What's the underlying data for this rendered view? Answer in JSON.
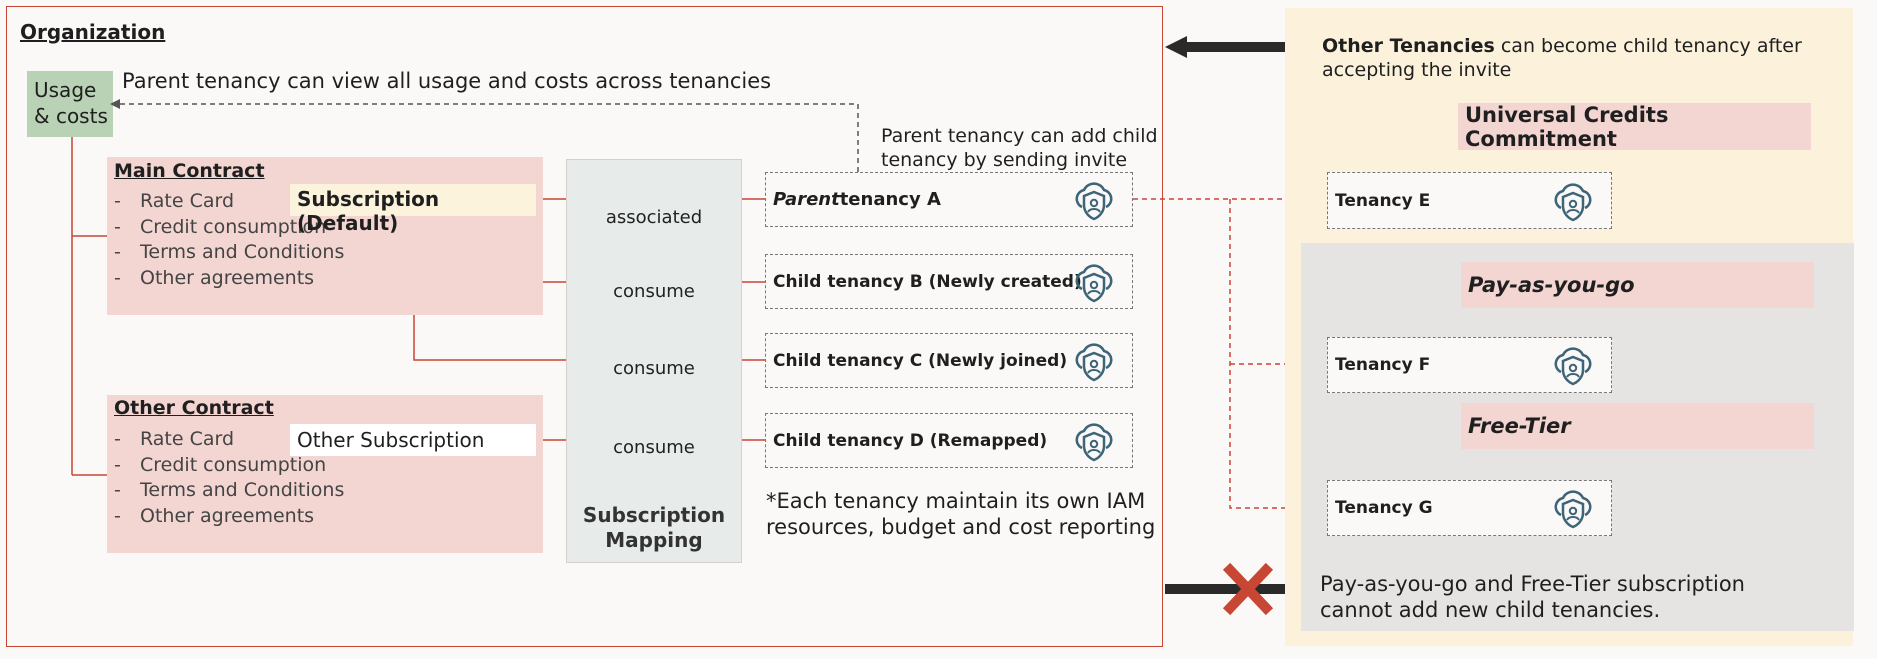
{
  "organization": {
    "title": "Organization",
    "usage_box": [
      "Usage",
      "& costs"
    ],
    "usage_label": "Parent tenancy can view all usage and costs across tenancies"
  },
  "main_contract": {
    "title": "Main Contract",
    "subscription": "Subscription (Default)",
    "items": [
      "Rate Card",
      "Credit consumption",
      "Terms and Conditions",
      "Other agreements"
    ]
  },
  "other_contract": {
    "title": "Other Contract",
    "subscription": "Other Subscription",
    "items": [
      "Rate Card",
      "Credit consumption",
      "Terms and Conditions",
      "Other agreements"
    ]
  },
  "mapping": {
    "labels": [
      "associated",
      "consume",
      "consume",
      "consume"
    ],
    "title_lines": [
      "Subscription",
      "Mapping"
    ]
  },
  "tenancies": {
    "a_prefix": "Parent",
    "a_suffix": " tenancy A",
    "b": "Child tenancy B (Newly created)",
    "c": "Child tenancy C (Newly joined)",
    "d": "Child tenancy D (Remapped)",
    "e": "Tenancy E",
    "f": "Tenancy F",
    "g": "Tenancy G"
  },
  "notes": {
    "add_child": [
      "Parent tenancy can add child",
      "tenancy by sending invite"
    ],
    "iam": [
      "*Each tenancy maintain its own IAM",
      "resources, budget and cost reporting"
    ],
    "other_bold": "Other Tenancies",
    "other_rest": " can become child tenancy after",
    "other_line2": "accepting the invite",
    "bottom": [
      "Pay-as-you-go and Free-Tier subscription",
      "cannot add new child tenancies."
    ]
  },
  "external": {
    "ucc": "Universal Credits Commitment",
    "payg": "Pay-as-you-go",
    "free": "Free-Tier"
  },
  "colors": {
    "accent_red": "#c74634",
    "pink": "#f3d5d2",
    "green": "#b9d1b5",
    "cream": "#fcf2dc",
    "icon_blue": "#3d6478"
  }
}
